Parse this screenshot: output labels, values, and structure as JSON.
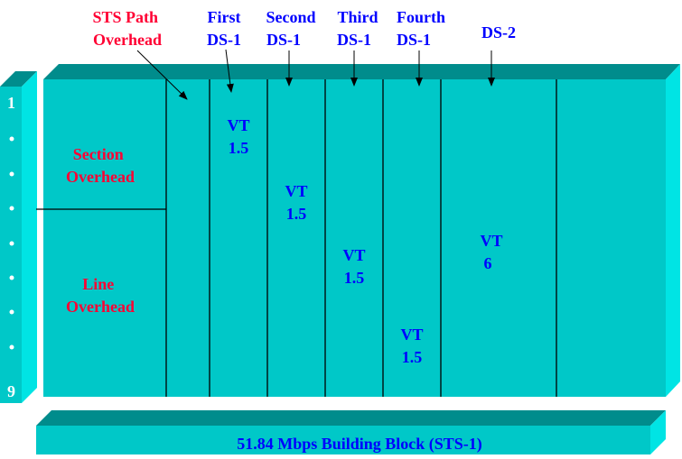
{
  "labels": {
    "sts_path_overhead": [
      "STS Path",
      "Overhead"
    ],
    "first_ds1": [
      "First",
      "DS-1"
    ],
    "second_ds1": [
      "Second",
      "DS-1"
    ],
    "third_ds1": [
      "Third",
      "DS-1"
    ],
    "fourth_ds1": [
      "Fourth",
      "DS-1"
    ],
    "ds2": "DS-2",
    "section_overhead": [
      "Section",
      "Overhead"
    ],
    "line_overhead": [
      "Line",
      "Overhead"
    ],
    "vt1": [
      "VT",
      "1.5"
    ],
    "vt2": [
      "VT",
      "1.5"
    ],
    "vt3": [
      "VT",
      "1.5"
    ],
    "vt4": [
      "VT",
      "1.5"
    ],
    "vt6": [
      "VT",
      "6"
    ],
    "row_first": "1",
    "row_last": "9",
    "building_block": "51.84 Mbps Building Block (STS-1)"
  },
  "colors": {
    "front": "#00c8c8",
    "top": "#008c8c",
    "side": "#00e4e4",
    "overhead_text": "#ff0033",
    "payload_text": "#0000ff"
  }
}
